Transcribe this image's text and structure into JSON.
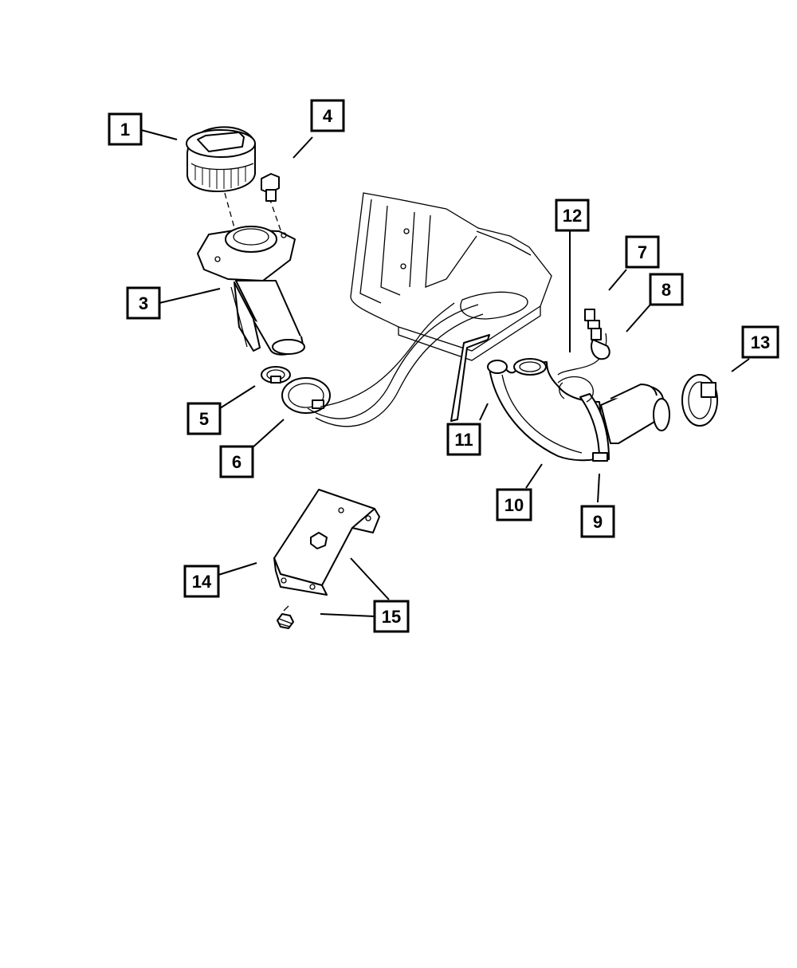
{
  "diagram": {
    "callouts": [
      {
        "id": "1",
        "label": "1"
      },
      {
        "id": "3",
        "label": "3"
      },
      {
        "id": "4",
        "label": "4"
      },
      {
        "id": "5",
        "label": "5"
      },
      {
        "id": "6",
        "label": "6"
      },
      {
        "id": "7",
        "label": "7"
      },
      {
        "id": "8",
        "label": "8"
      },
      {
        "id": "9",
        "label": "9"
      },
      {
        "id": "10",
        "label": "10"
      },
      {
        "id": "11",
        "label": "11"
      },
      {
        "id": "12",
        "label": "12"
      },
      {
        "id": "13",
        "label": "13"
      },
      {
        "id": "14",
        "label": "14"
      },
      {
        "id": "15",
        "label": "15"
      }
    ]
  }
}
